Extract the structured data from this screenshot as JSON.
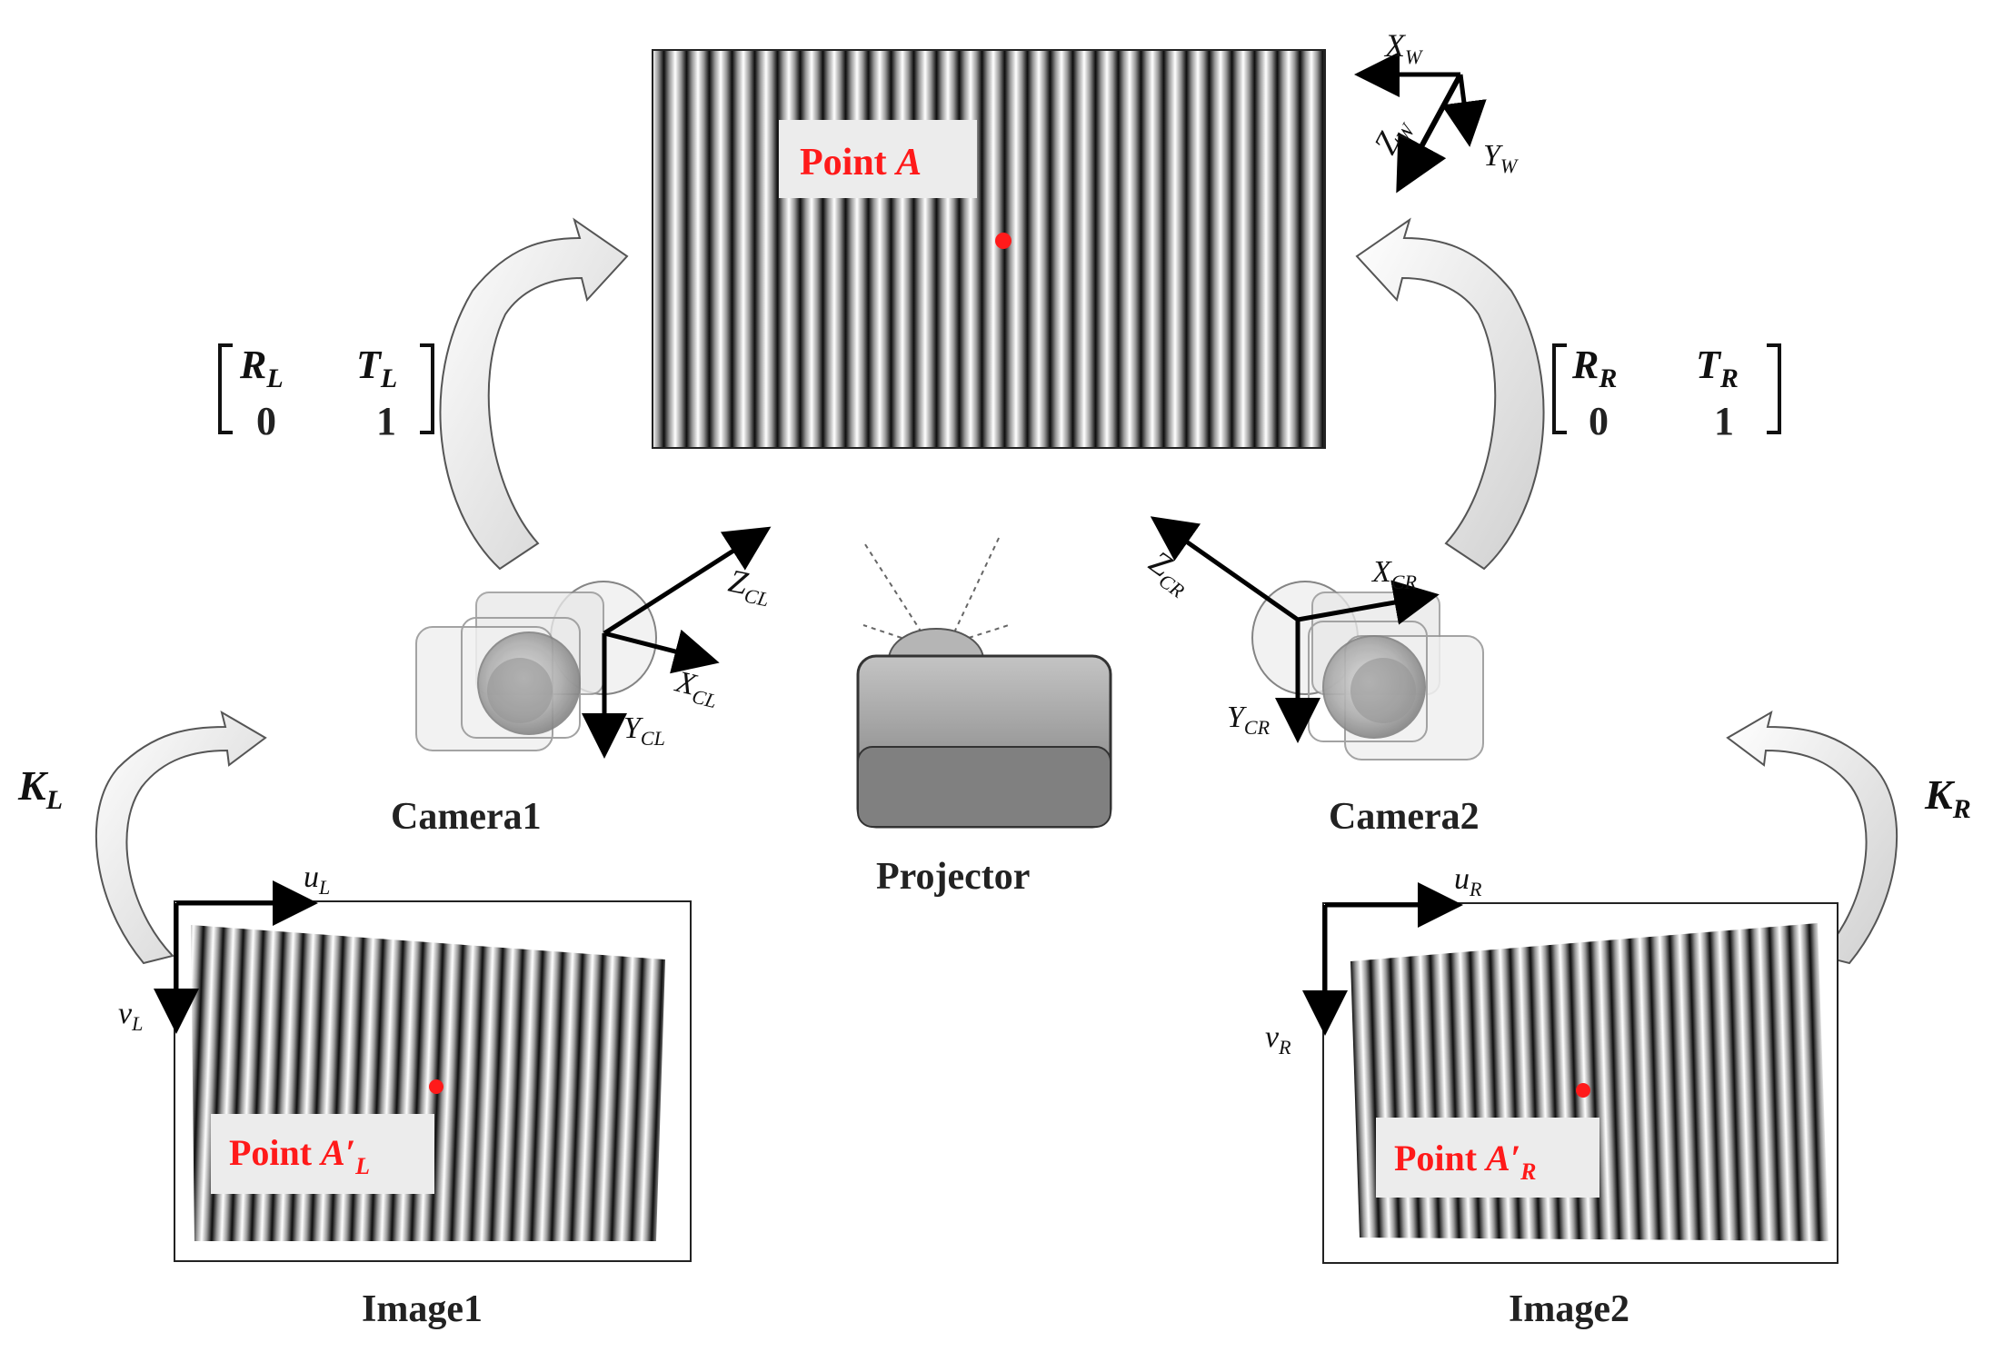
{
  "world": {
    "point_label": "Point ",
    "point_var": "A",
    "axis_x_main": "X",
    "axis_x_sub": "W",
    "axis_y_main": "Y",
    "axis_y_sub": "W",
    "axis_z_main": "Z",
    "axis_z_sub": "W"
  },
  "left_extrinsic": {
    "r": "R",
    "r_sub": "L",
    "t": "T",
    "t_sub": "L",
    "zero": "0",
    "one": "1"
  },
  "right_extrinsic": {
    "r": "R",
    "r_sub": "R",
    "t": "T",
    "t_sub": "R",
    "zero": "0",
    "one": "1"
  },
  "camera1": {
    "label": "Camera1",
    "z_main": "Z",
    "z_sub": "CL",
    "x_main": "X",
    "x_sub": "CL",
    "y_main": "Y",
    "y_sub": "CL"
  },
  "camera2": {
    "label": "Camera2",
    "z_main": "Z",
    "z_sub": "CR",
    "x_main": "X",
    "x_sub": "CR",
    "y_main": "Y",
    "y_sub": "CR"
  },
  "projector": {
    "label": "Projector"
  },
  "left_intrinsic": {
    "k": "K",
    "k_sub": "L"
  },
  "right_intrinsic": {
    "k": "K",
    "k_sub": "R"
  },
  "image1": {
    "label": "Image1",
    "u_main": "u",
    "u_sub": "L",
    "v_main": "v",
    "v_sub": "L",
    "point_label": "Point ",
    "point_var": "A",
    "point_prime": "′",
    "point_sub": "L"
  },
  "image2": {
    "label": "Image2",
    "u_main": "u",
    "u_sub": "R",
    "v_main": "v",
    "v_sub": "R",
    "point_label": "Point ",
    "point_var": "A",
    "point_prime": "′",
    "point_sub": "R"
  },
  "colors": {
    "marker": "#ff1a1a",
    "stripe_dark": "#111111",
    "label_text": "#222222"
  }
}
